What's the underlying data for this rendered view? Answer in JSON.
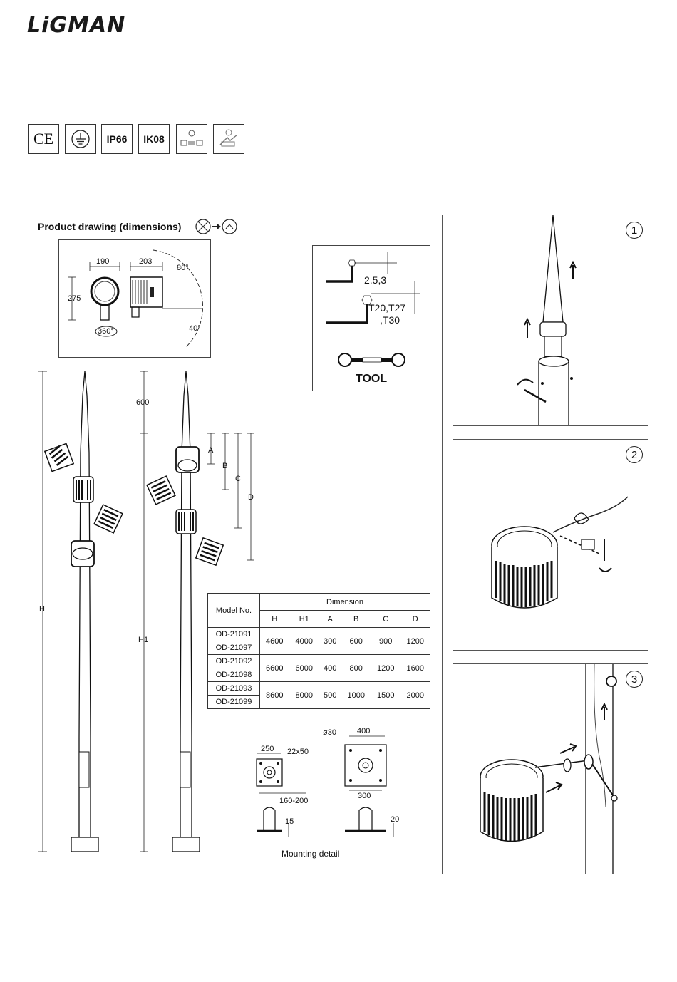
{
  "brand": {
    "logo_text": "LiGMAN"
  },
  "certifications": [
    {
      "name": "ce-mark",
      "label": "CE"
    },
    {
      "name": "earth-class",
      "label": ""
    },
    {
      "name": "ip-rating",
      "label": "IP66"
    },
    {
      "name": "ik-rating",
      "label": "IK08"
    },
    {
      "name": "adjust-icon",
      "label": ""
    },
    {
      "name": "maintenance-icon",
      "label": ""
    }
  ],
  "product_drawing": {
    "title": "Product drawing (dimensions)",
    "head": {
      "width": "190",
      "depth": "203",
      "height": "275",
      "rotation": "360°",
      "tilt_up": "80°",
      "tilt_down": "40°"
    },
    "pole_labels": {
      "h": "H",
      "h1": "H1",
      "top": "600",
      "a": "A",
      "b": "B",
      "c": "C",
      "d": "D"
    },
    "tool": {
      "hex1": "2.5,3",
      "torx_line1": "T20,T27",
      "torx_line2": ",T30",
      "label": "TOOL"
    },
    "table": {
      "model_header": "Model No.",
      "dimension_header": "Dimension",
      "columns": [
        "H",
        "H1",
        "A",
        "B",
        "C",
        "D"
      ],
      "groups": [
        {
          "models": [
            "OD-21091",
            "OD-21097"
          ],
          "values": [
            "4600",
            "4000",
            "300",
            "600",
            "900",
            "1200"
          ]
        },
        {
          "models": [
            "OD-21092",
            "OD-21098"
          ],
          "values": [
            "6600",
            "6000",
            "400",
            "800",
            "1200",
            "1600"
          ]
        },
        {
          "models": [
            "OD-21093",
            "OD-21099"
          ],
          "values": [
            "8600",
            "8000",
            "500",
            "1000",
            "1500",
            "2000"
          ]
        }
      ]
    },
    "mounting": {
      "small_plate": {
        "width": "250",
        "slot": "22x50",
        "spacing": "160-200",
        "thickness": "15"
      },
      "large_plate": {
        "hole": "ø30",
        "width": "400",
        "spacing": "300",
        "thickness": "20"
      },
      "caption": "Mounting detail"
    }
  },
  "steps": [
    {
      "number": "1"
    },
    {
      "number": "2"
    },
    {
      "number": "3"
    }
  ]
}
